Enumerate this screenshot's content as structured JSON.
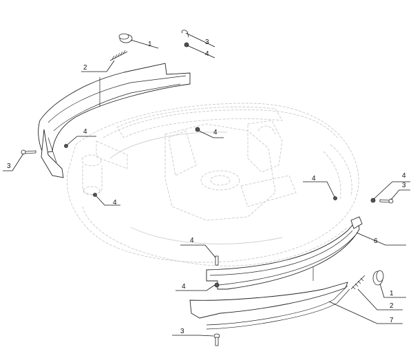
{
  "diagram": {
    "colors": {
      "line": "#222222",
      "ghost": "#c9c9c9",
      "background": "#ffffff"
    },
    "callouts": [
      {
        "id": "c1a",
        "text": "1"
      },
      {
        "id": "c2a",
        "text": "2"
      },
      {
        "id": "c3a",
        "text": "3"
      },
      {
        "id": "c4a",
        "text": "4"
      },
      {
        "id": "c4b",
        "text": "4"
      },
      {
        "id": "c3b",
        "text": "3"
      },
      {
        "id": "c4c",
        "text": "4"
      },
      {
        "id": "c4d",
        "text": "4"
      },
      {
        "id": "c4e",
        "text": "4"
      },
      {
        "id": "c4f",
        "text": "4"
      },
      {
        "id": "c3c",
        "text": "3"
      },
      {
        "id": "c6",
        "text": "6"
      },
      {
        "id": "c4g",
        "text": "4"
      },
      {
        "id": "c4h",
        "text": "4"
      },
      {
        "id": "c1b",
        "text": "1"
      },
      {
        "id": "c2b",
        "text": "2"
      },
      {
        "id": "c7",
        "text": "7"
      },
      {
        "id": "c3d",
        "text": "3"
      }
    ]
  }
}
